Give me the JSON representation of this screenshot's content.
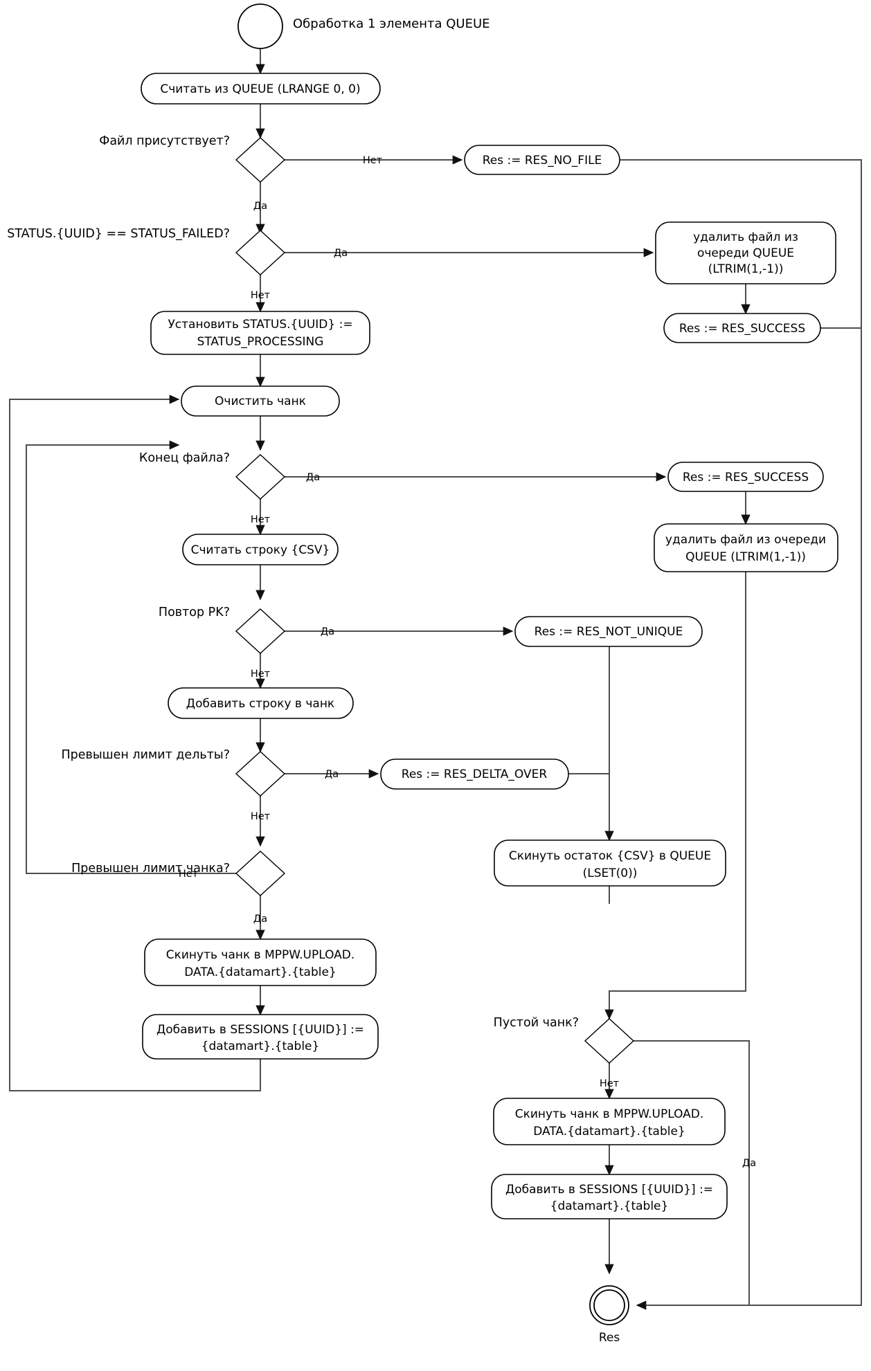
{
  "diagram": {
    "title": "Обработка 1 элемента QUEUE",
    "end_label": "Res",
    "edge_yes": "Да",
    "edge_no": "Нет",
    "colors": {
      "background": "#ffffff",
      "stroke": "#000000",
      "line": "#4d4d4d",
      "text": "#000000"
    },
    "nodes": {
      "start": {
        "type": "start-circle",
        "label": ""
      },
      "read_queue": {
        "type": "process",
        "label": "Считать из QUEUE (LRANGE 0, 0)"
      },
      "file_exists": {
        "type": "decision",
        "label": "Файл присутствует?"
      },
      "res_no_file": {
        "type": "process",
        "label": "Res := RES_NO_FILE"
      },
      "status_failed": {
        "type": "decision",
        "label": "STATUS.{UUID} == STATUS_FAILED?"
      },
      "remove_file_1": {
        "type": "process",
        "line1": "удалить файл из",
        "line2": "очереди QUEUE",
        "line3": "(LTRIM(1,-1))"
      },
      "res_success_1": {
        "type": "process",
        "label": "Res := RES_SUCCESS"
      },
      "set_status": {
        "type": "process",
        "line1": "Установить STATUS.{UUID} :=",
        "line2": "STATUS_PROCESSING"
      },
      "clear_chunk": {
        "type": "process",
        "label": "Очистить чанк"
      },
      "eof": {
        "type": "decision",
        "label": "Конец файла?"
      },
      "res_success_2": {
        "type": "process",
        "label": "Res := RES_SUCCESS"
      },
      "remove_file_2": {
        "type": "process",
        "line1": "удалить файл из очереди",
        "line2": "QUEUE (LTRIM(1,-1))"
      },
      "read_csv_row": {
        "type": "process",
        "label": "Считать строку {CSV}"
      },
      "duplicate_pk": {
        "type": "decision",
        "label": "Повтор PK?"
      },
      "res_not_unique": {
        "type": "process",
        "label": "Res := RES_NOT_UNIQUE"
      },
      "add_row_chunk": {
        "type": "process",
        "label": "Добавить строку в чанк"
      },
      "delta_limit": {
        "type": "decision",
        "label": "Превышен лимит дельты?"
      },
      "res_delta_over": {
        "type": "process",
        "label": "Res := RES_DELTA_OVER"
      },
      "chunk_limit": {
        "type": "decision",
        "label": "Превышен лимит чанка?"
      },
      "push_rest_queue": {
        "type": "process",
        "line1": "Скинуть остаток {CSV} в QUEUE",
        "line2": "(LSET(0))"
      },
      "upload_chunk_1": {
        "type": "process",
        "line1": "Скинуть чанк в MPPW.UPLOAD.",
        "line2": "DATA.{datamart}.{table}"
      },
      "add_sessions_1": {
        "type": "process",
        "line1": "Добавить в SESSIONS [{UUID}] :=",
        "line2": "{datamart}.{table}"
      },
      "empty_chunk": {
        "type": "decision",
        "label": "Пустой чанк?"
      },
      "upload_chunk_2": {
        "type": "process",
        "line1": "Скинуть чанк в MPPW.UPLOAD.",
        "line2": "DATA.{datamart}.{table}"
      },
      "add_sessions_2": {
        "type": "process",
        "line1": "Добавить в SESSIONS [{UUID}] :=",
        "line2": "{datamart}.{table}"
      },
      "end": {
        "type": "end-circle",
        "label": "Res"
      }
    },
    "edge_labels": {
      "file_exists_no": "Нет",
      "file_exists_yes": "Да",
      "status_failed_yes": "Да",
      "status_failed_no": "Нет",
      "eof_yes": "Да",
      "eof_no": "Нет",
      "duplicate_pk_yes": "Да",
      "duplicate_pk_no": "Нет",
      "delta_limit_yes": "Да",
      "delta_limit_no": "Нет",
      "chunk_limit_no": "Нет",
      "chunk_limit_yes": "Да",
      "empty_chunk_no": "Нет",
      "empty_chunk_yes": "Да"
    }
  }
}
